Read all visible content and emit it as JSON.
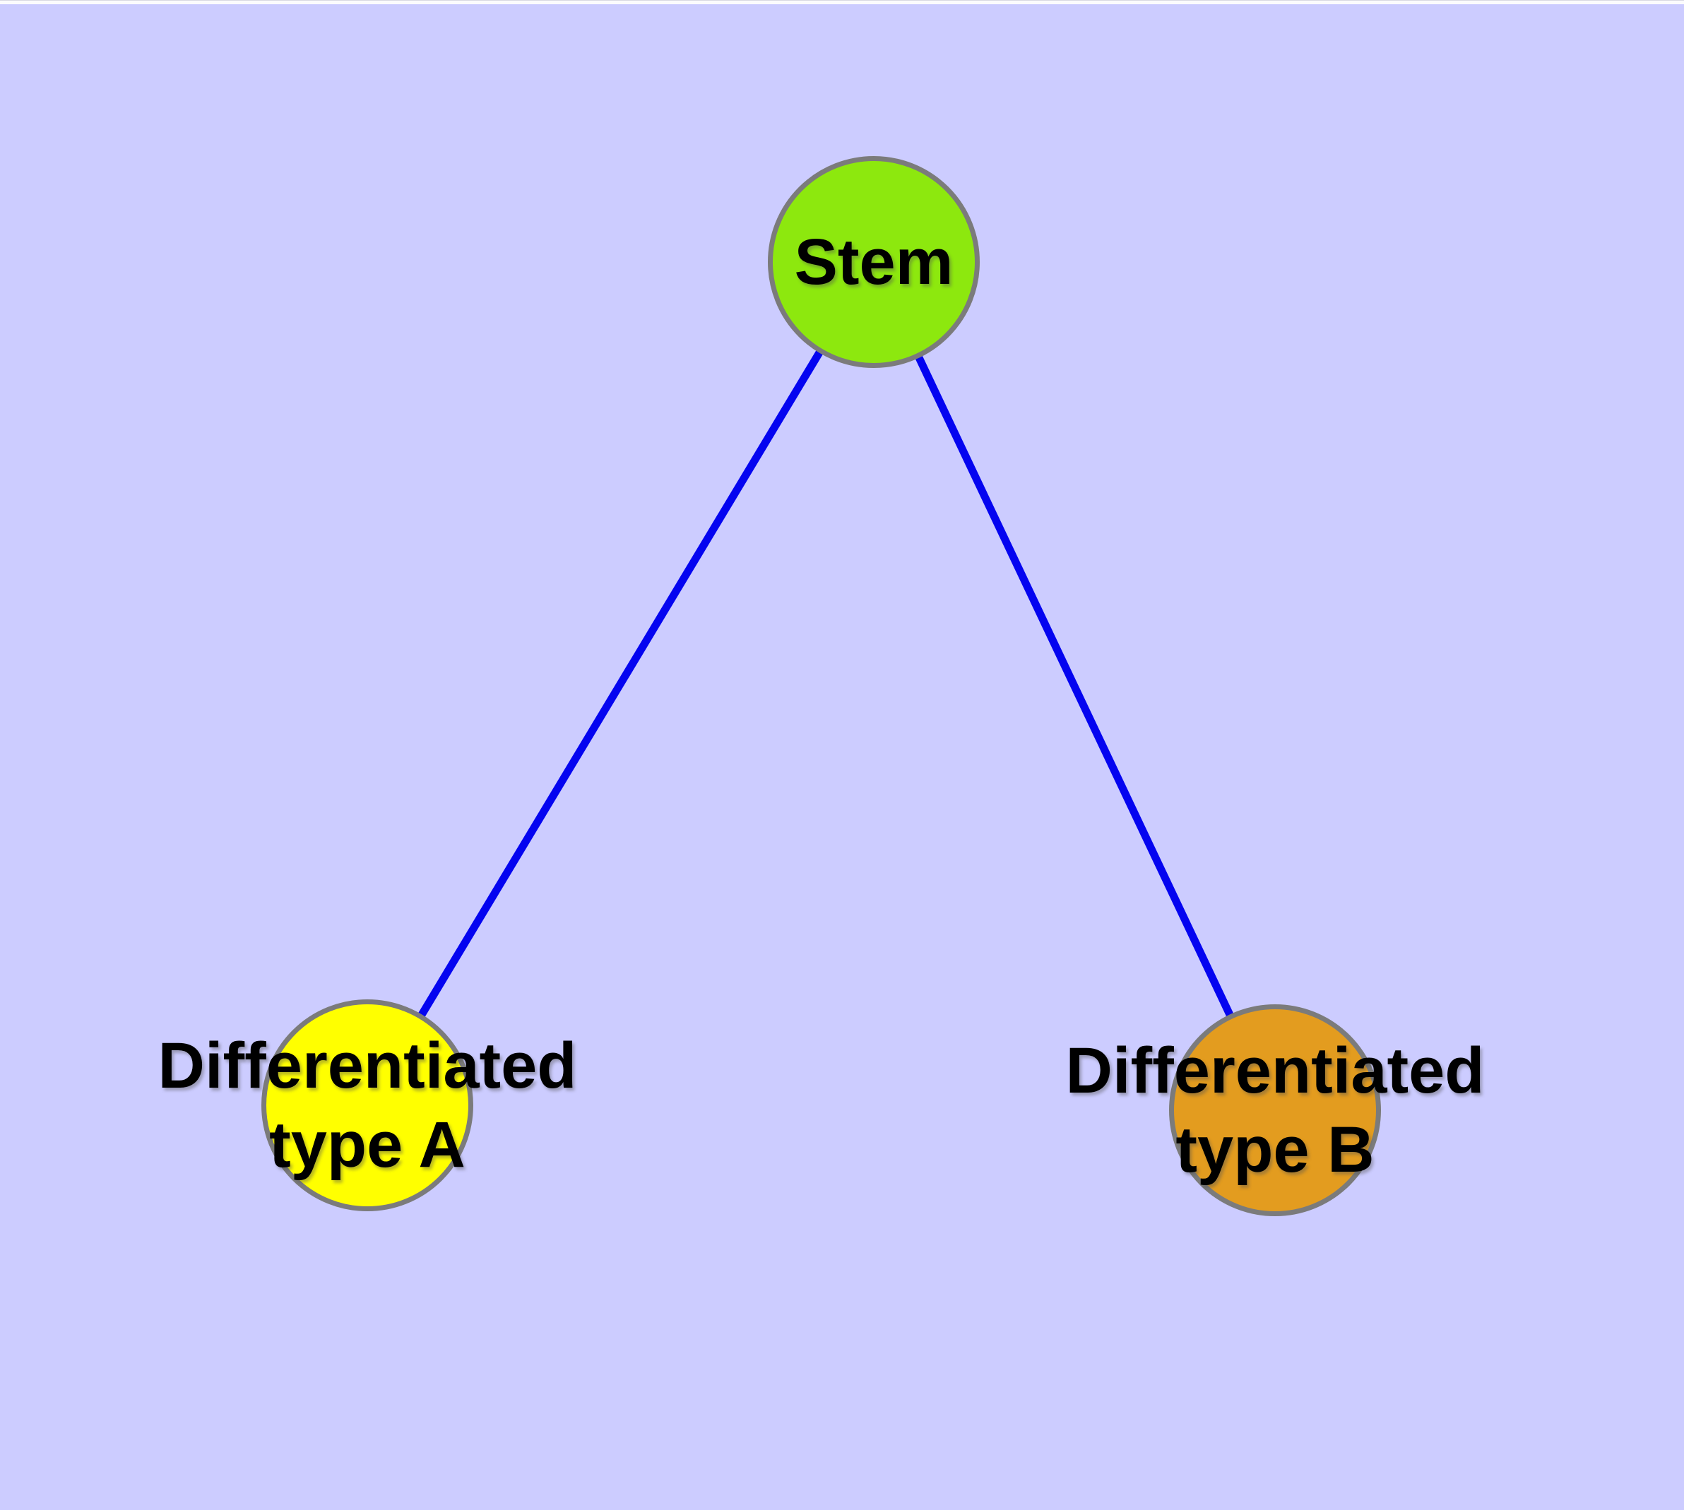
{
  "colors": {
    "background": "#CCCCFF",
    "edge": "#0404F0",
    "node_border": "#7B7B7B",
    "label_text": "#000000",
    "stem_fill": "#8DE80E",
    "type_a_fill": "#FFFF00",
    "type_b_fill": "#E39C1F"
  },
  "nodes": {
    "stem": {
      "label": "Stem",
      "color": "#8DE80E"
    },
    "type_a": {
      "label_line1": "Differentiated",
      "label_line2": "type A",
      "color": "#FFFF00"
    },
    "type_b": {
      "label_line1": "Differentiated",
      "label_line2": "type B",
      "color": "#E39C1F"
    }
  },
  "edges": [
    {
      "from": "Stem",
      "to": "Differentiated type A"
    },
    {
      "from": "Stem",
      "to": "Differentiated type B"
    }
  ]
}
